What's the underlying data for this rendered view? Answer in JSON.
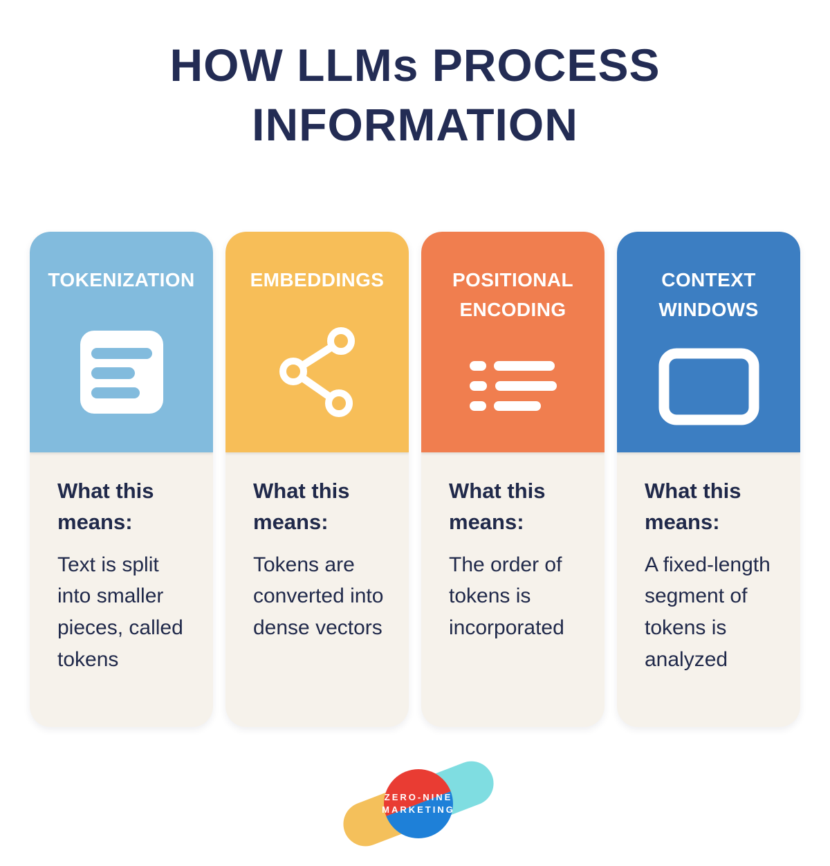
{
  "title": {
    "line1": "HOW LLMs PROCESS",
    "line2": "INFORMATION"
  },
  "cards": [
    {
      "title": "TOKENIZATION",
      "header_color": "#82BBDD",
      "icon": "document-lines-icon",
      "meaning_label": "What this means:",
      "meaning": "Text is split into smaller pieces, called tokens"
    },
    {
      "title": "EMBEDDINGS",
      "header_color": "#F7BE58",
      "icon": "share-nodes-icon",
      "meaning_label": "What this means:",
      "meaning": "Tokens are converted into dense vectors"
    },
    {
      "title": "POSITIONAL ENCODING",
      "header_color": "#F07E4F",
      "icon": "bullet-list-icon",
      "meaning_label": "What this means:",
      "meaning": "The order of tokens is incorporated"
    },
    {
      "title": "CONTEXT WINDOWS",
      "header_color": "#3C7EC2",
      "icon": "window-icon",
      "meaning_label": "What this means:",
      "meaning": "A fixed-length segment of tokens is analyzed"
    }
  ],
  "footer_logo": {
    "line1": "ZERO-NINE",
    "line2": "MARKETING",
    "colors": {
      "pill_left": "#F4C05B",
      "pill_right": "#7FDDE1",
      "circle_top": "#E93C33",
      "circle_bottom": "#1E80D8",
      "text": "#FFFFFF"
    }
  },
  "colors": {
    "background": "#FFFFFF",
    "card_body": "#F6F2EB",
    "title_text": "#232C54",
    "body_text": "#20294A",
    "header_text": "#FFFFFF"
  }
}
